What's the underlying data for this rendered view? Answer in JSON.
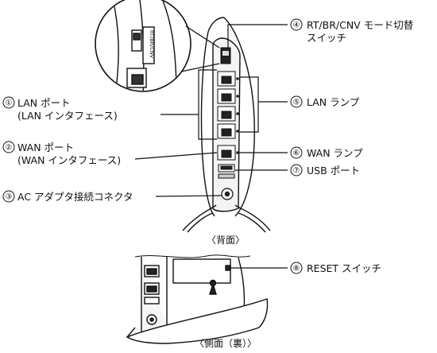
{
  "callouts": [
    {
      "num": "④",
      "lines": [
        "RT/BR/CNV モード切替",
        "スイッチ"
      ]
    },
    {
      "num": "①",
      "lines": [
        "LAN ポート",
        "(LAN インタフェース)"
      ]
    },
    {
      "num": "⑤",
      "lines": [
        "LAN ランプ"
      ]
    },
    {
      "num": "②",
      "lines": [
        "WAN ポート",
        "(WAN インタフェース)"
      ]
    },
    {
      "num": "⑥",
      "lines": [
        "WAN ランプ"
      ]
    },
    {
      "num": "⑦",
      "lines": [
        "USB ポート"
      ]
    },
    {
      "num": "③",
      "lines": [
        "AC アダプタ接続コネクタ"
      ]
    },
    {
      "num": "⑧",
      "lines": [
        "RESET スイッチ"
      ]
    }
  ],
  "captions": {
    "back": "〈背面〉",
    "side": "〈側面（裏）〉"
  },
  "switch_marking": "RT/BR/CNV"
}
